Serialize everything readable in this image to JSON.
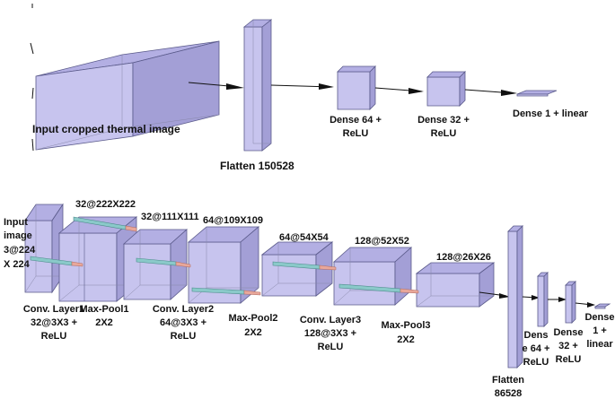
{
  "top_model": {
    "input_label": "Input cropped thermal image",
    "flatten_label": "Flatten 150528",
    "dense1": [
      "Dense 64 +",
      "ReLU"
    ],
    "dense2": [
      "Dense 32 +",
      "ReLU"
    ],
    "dense3": "Dense 1 + linear"
  },
  "cnn_model": {
    "input_label": [
      "Input",
      "image",
      "3@224",
      "X 224"
    ],
    "shape_labels": [
      "32@222X222",
      "32@111X111",
      "64@109X109",
      "64@54X54",
      "128@52X52",
      "128@26X26"
    ],
    "conv1": [
      "Conv. Layer1",
      "32@3X3 +",
      "ReLU"
    ],
    "pool1": [
      "Max-Pool1",
      "2X2"
    ],
    "conv2": [
      "Conv. Layer2",
      "64@3X3 +",
      "ReLU"
    ],
    "pool2": [
      "Max-Pool2",
      "2X2"
    ],
    "conv3": [
      "Conv. Layer3",
      "128@3X3 +",
      "ReLU"
    ],
    "pool3": [
      "Max-Pool3",
      "2X2"
    ],
    "flatten": [
      "Flatten",
      "86528"
    ],
    "dense1": [
      "Dens",
      "e 64 +",
      "ReLU"
    ],
    "dense2": [
      "Dense",
      "32 +",
      "ReLU"
    ],
    "dense3": [
      "Dense",
      "1 +",
      "linear"
    ]
  }
}
